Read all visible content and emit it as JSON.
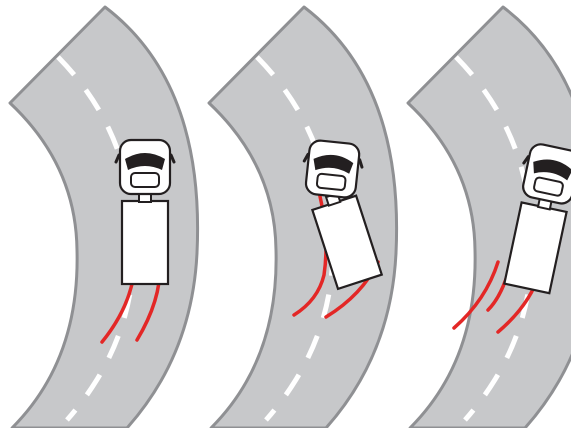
{
  "diagram": {
    "colors": {
      "road": "#c7c8ca",
      "road_edge": "#8f9093",
      "lane_marking": "#ffffff",
      "skid_mark": "#e32726",
      "truck_body": "#ffffff",
      "truck_outline": "#231f20",
      "background": "#ffffff"
    },
    "panels": [
      {
        "id": "panel-1",
        "truck_state": "aligned"
      },
      {
        "id": "panel-2",
        "truck_state": "trailer-swing"
      },
      {
        "id": "panel-3",
        "truck_state": "skidding"
      }
    ]
  }
}
